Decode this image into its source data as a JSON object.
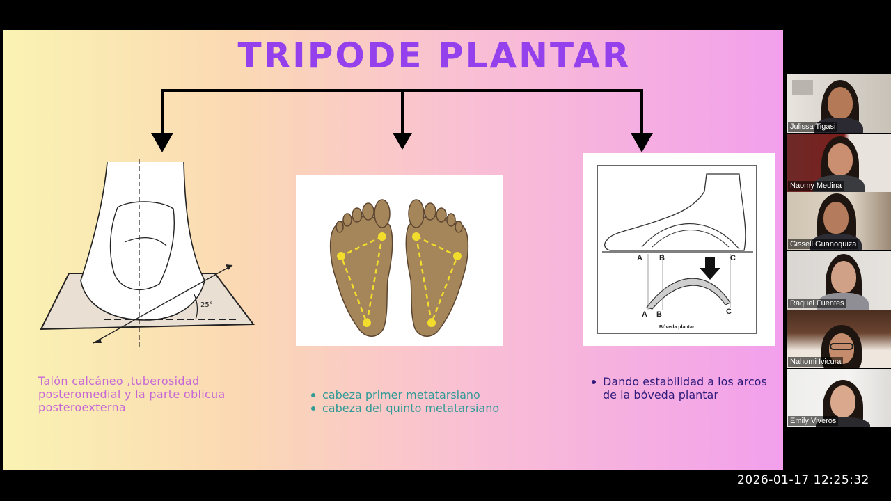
{
  "slide": {
    "title": "TRIPODE PLANTAR",
    "captions": {
      "left": "Talón calcáneo ,tuberosidad posteromedial  y la parte oblicua posteroexterna",
      "middle": [
        "cabeza  primer metatarsiano",
        "cabeza del quinto metatarsiano"
      ],
      "right": [
        "Dando estabilidad a los arcos de la bóveda plantar"
      ]
    },
    "figure_labels": {
      "angle": "25°",
      "points": [
        "A",
        "B",
        "C"
      ],
      "vault": "Bóveda plantar"
    }
  },
  "participants": [
    {
      "name": "Julissa Tigasi"
    },
    {
      "name": "Naomy Medina"
    },
    {
      "name": "Gissell Guanoquiza"
    },
    {
      "name": "Raquel Fuentes"
    },
    {
      "name": "Nahomi Ivicura"
    },
    {
      "name": "Emily Viveros"
    }
  ],
  "timestamp": "2026-01-17 12:25:32",
  "colors": {
    "title": "#9440ec",
    "caption_left": "#c767d6",
    "caption_middle": "#2f9a96",
    "caption_right": "#2e1a7a"
  }
}
